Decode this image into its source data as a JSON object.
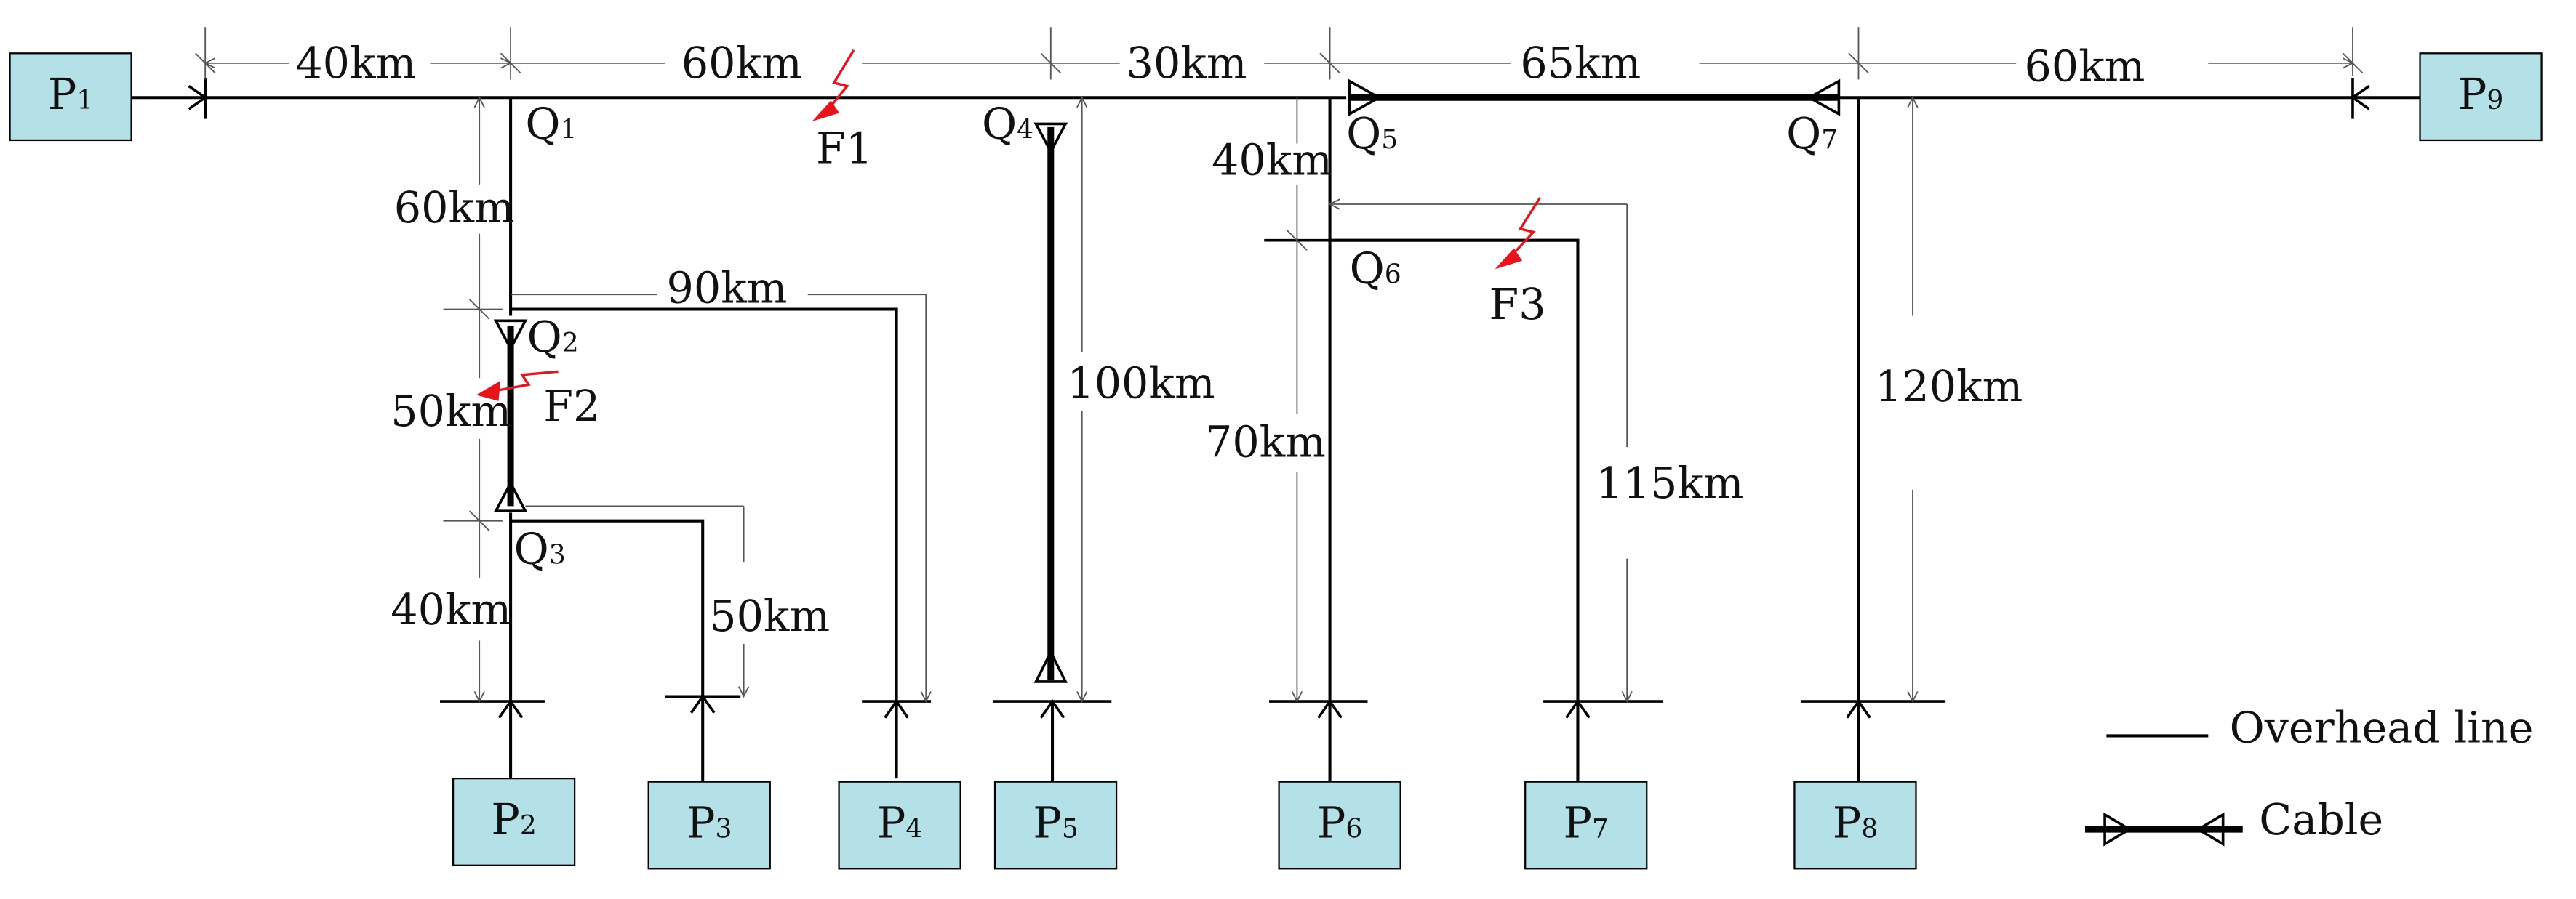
{
  "diagram": {
    "sources": [
      {
        "id": "p1",
        "main": "P",
        "sub": "1"
      },
      {
        "id": "p2",
        "main": "P",
        "sub": "2"
      },
      {
        "id": "p3",
        "main": "P",
        "sub": "3"
      },
      {
        "id": "p4",
        "main": "P",
        "sub": "4"
      },
      {
        "id": "p5",
        "main": "P",
        "sub": "5"
      },
      {
        "id": "p6",
        "main": "P",
        "sub": "6"
      },
      {
        "id": "p7",
        "main": "P",
        "sub": "7"
      },
      {
        "id": "p8",
        "main": "P",
        "sub": "8"
      },
      {
        "id": "p9",
        "main": "P",
        "sub": "9"
      }
    ],
    "junctions": [
      {
        "id": "q1",
        "main": "Q",
        "sub": "1"
      },
      {
        "id": "q2",
        "main": "Q",
        "sub": "2"
      },
      {
        "id": "q3",
        "main": "Q",
        "sub": "3"
      },
      {
        "id": "q4",
        "main": "Q",
        "sub": "4"
      },
      {
        "id": "q5",
        "main": "Q",
        "sub": "5"
      },
      {
        "id": "q6",
        "main": "Q",
        "sub": "6"
      },
      {
        "id": "q7",
        "main": "Q",
        "sub": "7"
      }
    ],
    "faults": [
      {
        "id": "f1",
        "label": "F1"
      },
      {
        "id": "f2",
        "label": "F2"
      },
      {
        "id": "f3",
        "label": "F3"
      }
    ],
    "distances": [
      {
        "id": "p1-q1",
        "label": "40km"
      },
      {
        "id": "q1-q4",
        "label": "60km"
      },
      {
        "id": "q4-q5",
        "label": "30km"
      },
      {
        "id": "q5-q7",
        "label": "65km"
      },
      {
        "id": "q7-p9",
        "label": "60km"
      },
      {
        "id": "q1-q2",
        "label": "60km"
      },
      {
        "id": "q2-p4",
        "label": "90km"
      },
      {
        "id": "q2-q3",
        "label": "50km"
      },
      {
        "id": "q3-p2",
        "label": "40km"
      },
      {
        "id": "q3-p3",
        "label": "50km"
      },
      {
        "id": "q4-p5",
        "label": "100km"
      },
      {
        "id": "q5-q6",
        "label": "40km"
      },
      {
        "id": "q6-p6",
        "label": "70km"
      },
      {
        "id": "q6-p7",
        "label": "115km"
      },
      {
        "id": "q7-p8",
        "label": "120km"
      }
    ],
    "legend": {
      "overhead": "Overhead line",
      "cable": "Cable"
    },
    "colors": {
      "node_fill": "#b4e0e8",
      "fault": "#e8141b",
      "line": "#000000"
    }
  }
}
